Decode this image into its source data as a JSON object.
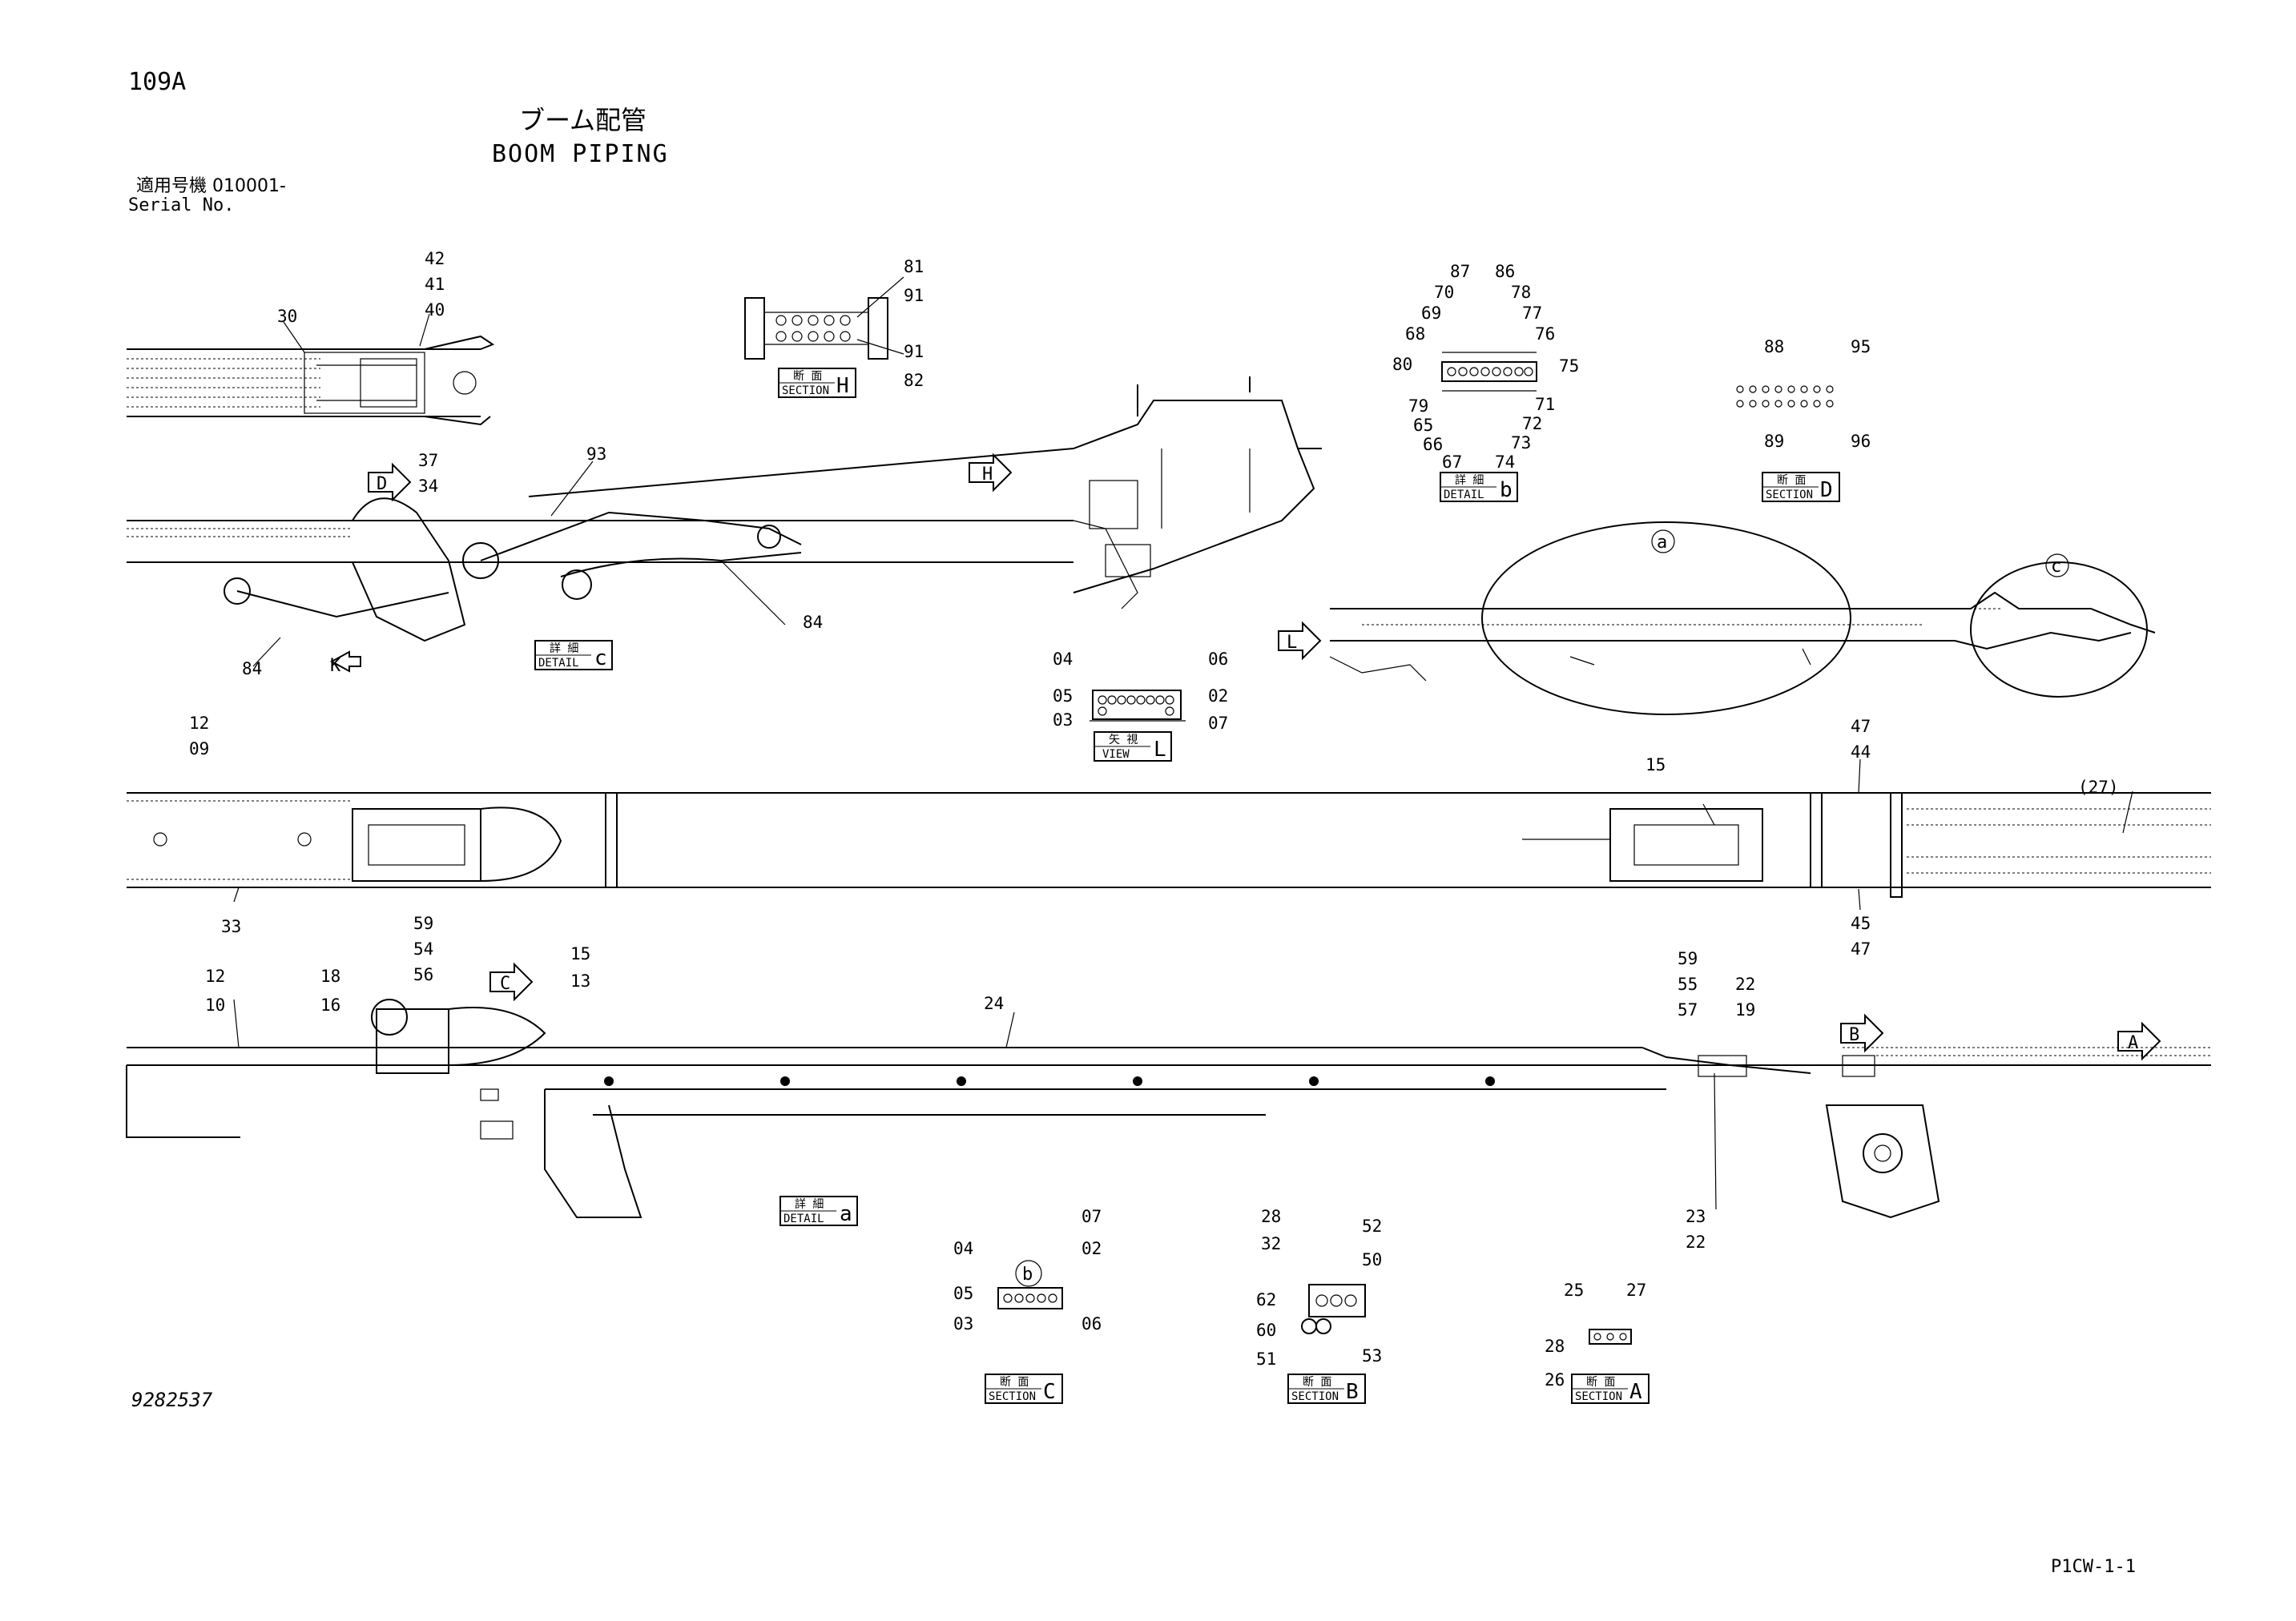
{
  "header": {
    "code": "109A",
    "title_jp": "ブーム配管",
    "title_en": "BOOM PIPING",
    "serial_label_jp": "適用号機 010001-",
    "serial_label_en": "Serial No."
  },
  "footer": {
    "doc_number": "9282537",
    "page_id": "P1CW-1-1"
  },
  "views": {
    "section_h": {
      "jp": "断 面",
      "en": "SECTION",
      "letter": "H"
    },
    "detail_b": {
      "jp": "詳 細",
      "en": "DETAIL",
      "letter": "b"
    },
    "section_d": {
      "jp": "断 面",
      "en": "SECTION",
      "letter": "D"
    },
    "detail_c": {
      "jp": "詳 細",
      "en": "DETAIL",
      "letter": "c"
    },
    "view_l": {
      "jp": "矢 視",
      "en": "VIEW",
      "letter": "L"
    },
    "detail_a": {
      "jp": "詳 細",
      "en": "DETAIL",
      "letter": "a"
    },
    "section_c": {
      "jp": "断 面",
      "en": "SECTION",
      "letter": "C"
    },
    "section_b": {
      "jp": "断 面",
      "en": "SECTION",
      "letter": "B"
    },
    "section_a": {
      "jp": "断 面",
      "en": "SECTION",
      "letter": "A"
    }
  },
  "arrows": {
    "h": "H",
    "d": "D",
    "k": "K",
    "l": "L",
    "c": "C",
    "b": "B",
    "a": "A"
  },
  "circles": {
    "a": "a",
    "c": "c",
    "b": "b"
  },
  "callouts": {
    "c42": "42",
    "c41": "41",
    "c40": "40",
    "c30": "30",
    "c81": "81",
    "c91a": "91",
    "c91b": "91",
    "c82": "82",
    "c87": "87",
    "c86": "86",
    "c70": "70",
    "c78": "78",
    "c69": "69",
    "c77": "77",
    "c68": "68",
    "c76": "76",
    "c80": "80",
    "c75": "75",
    "c79": "79",
    "c71": "71",
    "c65": "65",
    "c72": "72",
    "c66": "66",
    "c73": "73",
    "c67": "67",
    "c74": "74",
    "c88": "88",
    "c95": "95",
    "c89": "89",
    "c96": "96",
    "c37": "37",
    "c34": "34",
    "c93": "93",
    "c84a": "84",
    "c84b": "84",
    "c04a": "04",
    "c06a": "06",
    "c05a": "05",
    "c02a": "02",
    "c03a": "03",
    "c07a": "07",
    "c12a": "12",
    "c09": "09",
    "c33": "33",
    "c15a": "15",
    "c47a": "47",
    "c44": "44",
    "c27p": "(27)",
    "c45": "45",
    "c47b": "47",
    "c59a": "59",
    "c54": "54",
    "c56": "56",
    "c12b": "12",
    "c10": "10",
    "c18": "18",
    "c16": "16",
    "c15b": "15",
    "c13": "13",
    "c24": "24",
    "c59b": "59",
    "c55": "55",
    "c57": "57",
    "c22a": "22",
    "c19": "19",
    "c23": "23",
    "c22b": "22",
    "c07b": "07",
    "c04b": "04",
    "c02b": "02",
    "c05b": "05",
    "c03b": "03",
    "c06b": "06",
    "c28a": "28",
    "c32": "32",
    "c52": "52",
    "c50": "50",
    "c62": "62",
    "c60": "60",
    "c51": "51",
    "c53": "53",
    "c25": "25",
    "c27": "27",
    "c28b": "28",
    "c26": "26"
  }
}
